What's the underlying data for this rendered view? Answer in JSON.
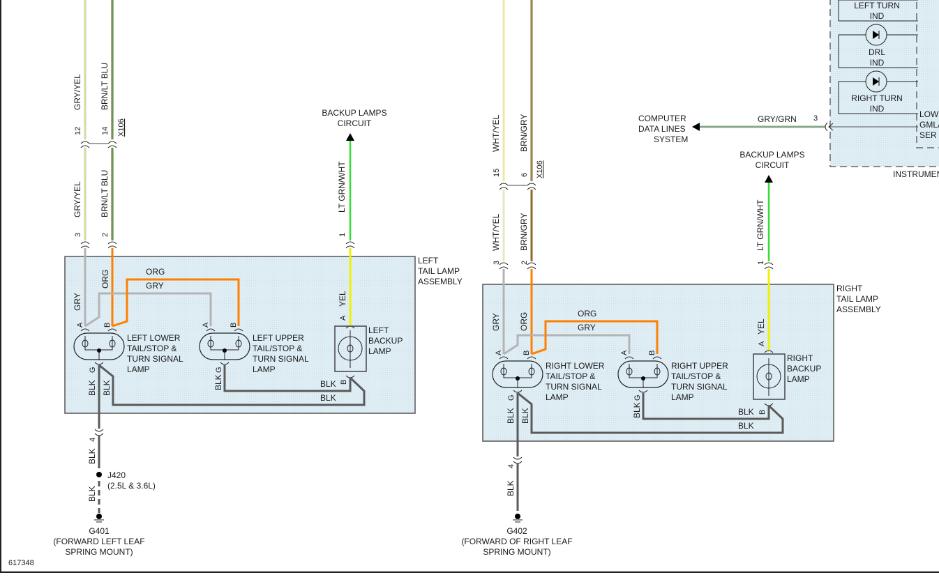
{
  "diagram_id": "617348",
  "colors": {
    "gry_yel": "#c8c8a0",
    "brn_lt_blu": "#3aa060",
    "gry": "#b4b4b4",
    "org": "#ff8000",
    "yel": "#f0f000",
    "lt_grn_wht": "#33dd33",
    "blk": "#5a5a5a",
    "brn_gry": "#8a6a2a",
    "wht_yel": "#f0f0c0",
    "gry_grn": "#8aa88a",
    "assembly_fill": "#ddeef4",
    "cluster_fill": "#ddeef4"
  },
  "left": {
    "assembly_label": [
      "LEFT",
      "TAIL LAMP",
      "ASSEMBLY"
    ],
    "wire_a_top": {
      "color": "GRY/YEL",
      "pin": "12"
    },
    "wire_b_top": {
      "color": "BRN/LT BLU",
      "pin": "14"
    },
    "connector": "X106",
    "wire_a_bottom": {
      "color": "GRY/YEL",
      "pin": "3"
    },
    "wire_b_bottom": {
      "color": "BRN/LT BLU",
      "pin": "2"
    },
    "backup_circuit": [
      "BACKUP LAMPS",
      "CIRCUIT"
    ],
    "backup_wire": {
      "color": "LT GRN/WHT",
      "pin": "1"
    },
    "inner_wires": {
      "gry": "GRY",
      "org": "ORG",
      "yel": "YEL",
      "blk": "BLK"
    },
    "pin_a": "A",
    "pin_b": "B",
    "pin_g": "G",
    "lower_lamp": [
      "LEFT LOWER",
      "TAIL/STOP &",
      "TURN SIGNAL",
      "LAMP"
    ],
    "upper_lamp": [
      "LEFT UPPER",
      "TAIL/STOP &",
      "TURN SIGNAL",
      "LAMP"
    ],
    "backup_lamp": [
      "LEFT",
      "BACKUP",
      "LAMP"
    ],
    "ground_wire": {
      "color": "BLK",
      "pin": "4"
    },
    "splice": {
      "id": "J420",
      "note": "(2.5L & 3.6L)"
    },
    "ground": {
      "id": "G401",
      "desc": [
        "(FORWARD LEFT LEAF",
        "SPRING MOUNT)"
      ]
    }
  },
  "right": {
    "assembly_label": [
      "RIGHT",
      "TAIL LAMP",
      "ASSEMBLY"
    ],
    "wire_a_top": {
      "color": "WHT/YEL",
      "pin": "15"
    },
    "wire_b_top": {
      "color": "BRN/GRY",
      "pin": "6"
    },
    "connector": "X106",
    "wire_a_bottom": {
      "color": "WHT/YEL",
      "pin": "3"
    },
    "wire_b_bottom": {
      "color": "BRN/GRY",
      "pin": "2"
    },
    "backup_circuit": [
      "BACKUP LAMPS",
      "CIRCUIT"
    ],
    "backup_wire": {
      "color": "LT GRN/WHT",
      "pin": "1"
    },
    "inner_wires": {
      "gry": "GRY",
      "org": "ORG",
      "yel": "YEL",
      "blk": "BLK"
    },
    "pin_a": "A",
    "pin_b": "B",
    "pin_g": "G",
    "lower_lamp": [
      "RIGHT LOWER",
      "TAIL/STOP &",
      "TURN SIGNAL",
      "LAMP"
    ],
    "upper_lamp": [
      "RIGHT UPPER",
      "TAIL/STOP &",
      "TURN SIGNAL",
      "LAMP"
    ],
    "backup_lamp": [
      "RIGHT",
      "BACKUP",
      "LAMP"
    ],
    "ground_wire": {
      "color": "BLK",
      "pin": "4"
    },
    "ground": {
      "id": "G402",
      "desc": [
        "(FORWARD OF RIGHT LEAF",
        "SPRING MOUNT)"
      ]
    }
  },
  "cluster": {
    "label": "INSTRUMENT",
    "indicators": [
      [
        "LEFT TURN",
        "IND"
      ],
      [
        "DRL",
        "IND"
      ],
      [
        "RIGHT TURN",
        "IND"
      ]
    ],
    "serial_label": [
      "LOW",
      "GMLA",
      "SER"
    ],
    "data_wire": {
      "color": "GRY/GRN",
      "pin": "3"
    },
    "data_target": [
      "COMPUTER",
      "DATA LINES",
      "SYSTEM"
    ]
  }
}
